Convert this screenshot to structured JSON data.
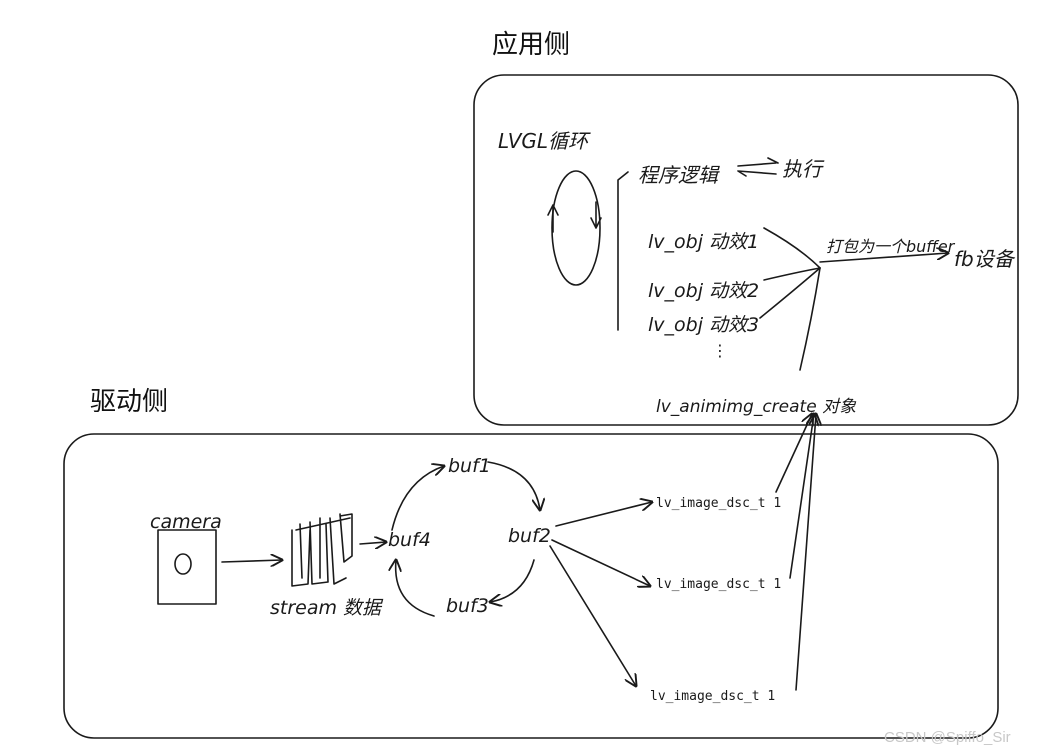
{
  "app_side": {
    "title": "应用侧",
    "lvgl_loop": "LVGL循环",
    "program_logic": "程序逻辑",
    "execute": "执行",
    "objects": [
      "lv_obj 动效1",
      "lv_obj 动效2",
      "lv_obj 动效3"
    ],
    "pack_buffer": "打包为一个buffer",
    "fb_device": "fb设备",
    "anim_create": "lv_animimg_create 对象"
  },
  "driver_side": {
    "title": "驱动侧",
    "camera": "camera",
    "stream_data": "stream 数据",
    "buffers": [
      "buf1",
      "buf2",
      "buf3",
      "buf4"
    ],
    "image_descs": [
      "lv_image_dsc_t 1",
      "lv_image_dsc_t 1",
      "lv_image_dsc_t 1"
    ]
  },
  "watermark": "CSDN @Spiffo_Sir"
}
